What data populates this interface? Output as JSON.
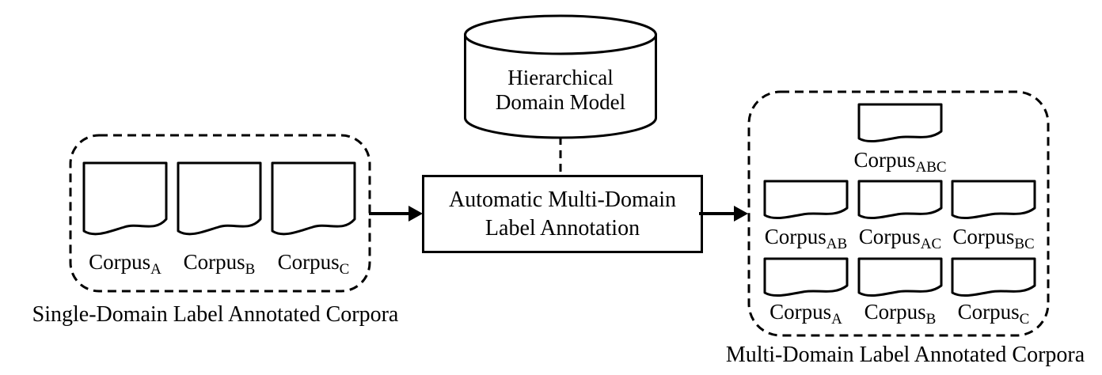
{
  "figure": {
    "left_group": {
      "caption": "Single-Domain Label Annotated Corpora",
      "corpora": [
        {
          "name": "Corpus",
          "sub": "A"
        },
        {
          "name": "Corpus",
          "sub": "B"
        },
        {
          "name": "Corpus",
          "sub": "C"
        }
      ]
    },
    "domain_model": {
      "line1": "Hierarchical",
      "line2": "Domain Model"
    },
    "process": {
      "line1": "Automatic Multi-Domain",
      "line2": "Label Annotation"
    },
    "right_group": {
      "caption": "Multi-Domain Label Annotated Corpora",
      "corpora_top": [
        {
          "name": "Corpus",
          "sub": "ABC"
        }
      ],
      "corpora_middle": [
        {
          "name": "Corpus",
          "sub": "AB"
        },
        {
          "name": "Corpus",
          "sub": "AC"
        },
        {
          "name": "Corpus",
          "sub": "BC"
        }
      ],
      "corpora_bottom": [
        {
          "name": "Corpus",
          "sub": "A"
        },
        {
          "name": "Corpus",
          "sub": "B"
        },
        {
          "name": "Corpus",
          "sub": "C"
        }
      ]
    },
    "colors": {
      "stroke": "#000000",
      "background": "#ffffff"
    }
  }
}
